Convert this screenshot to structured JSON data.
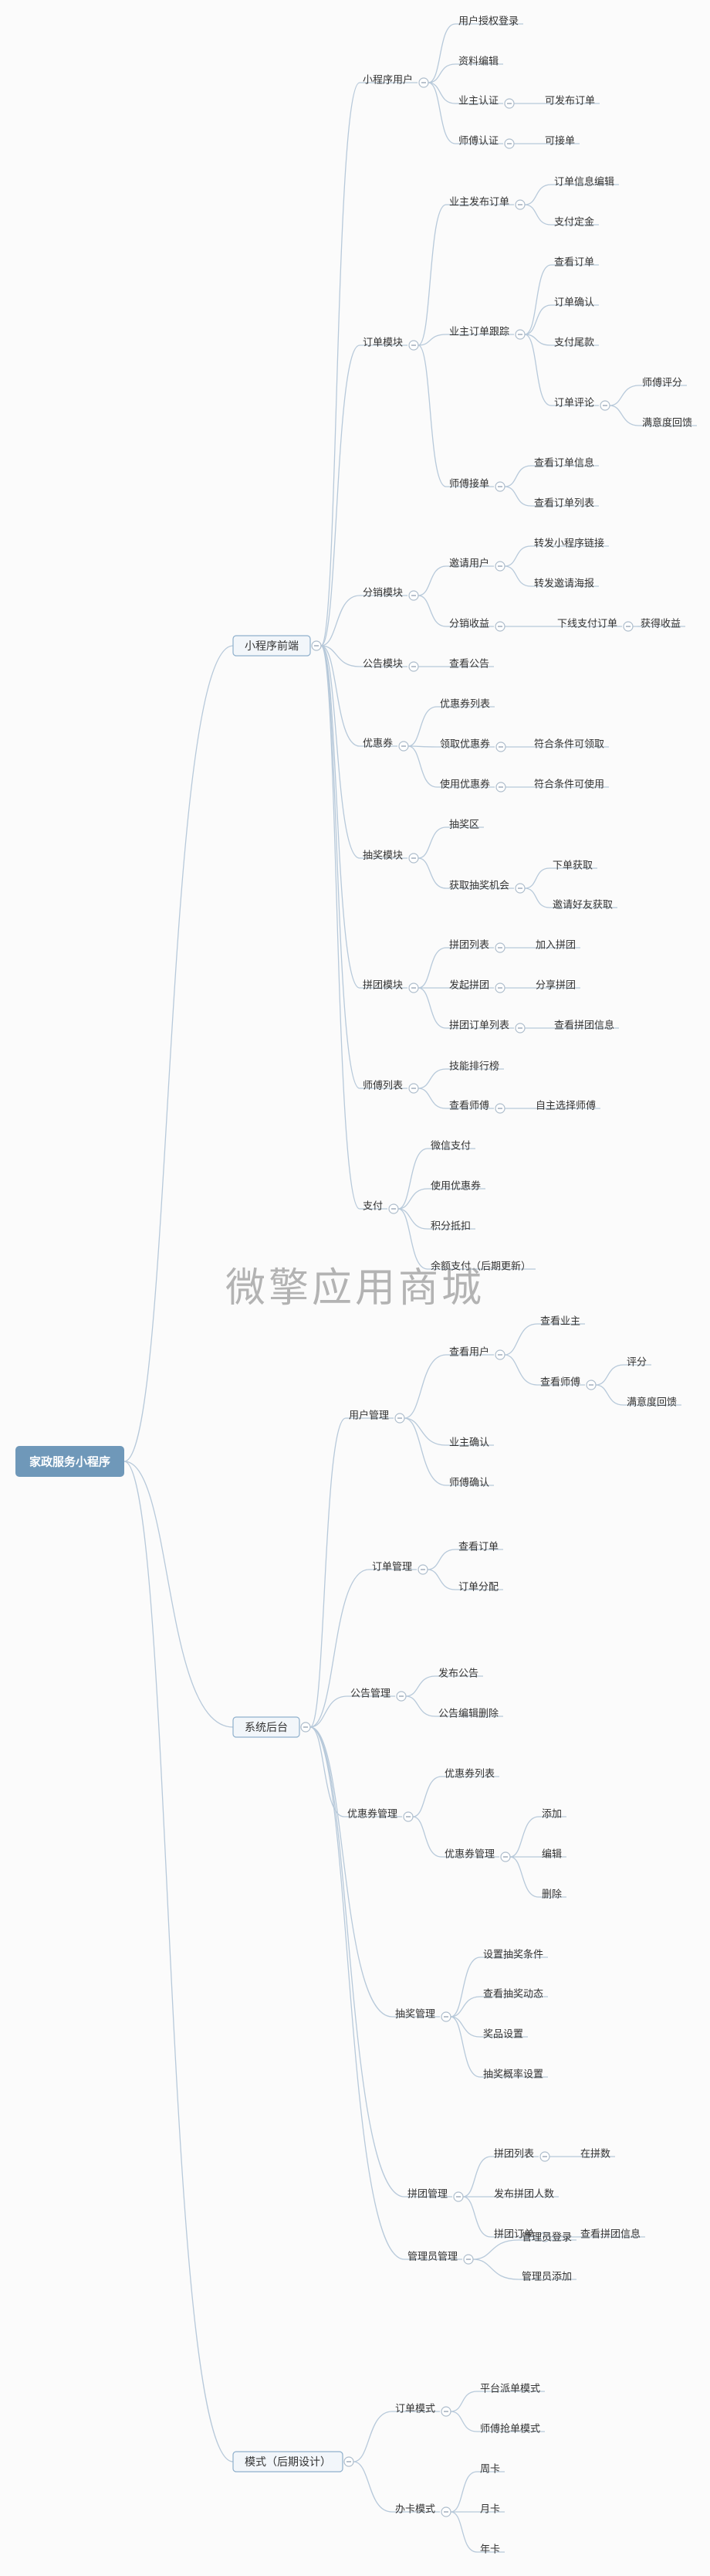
{
  "root": "家政服务小程序",
  "branches": [
    {
      "label": "小程序前端",
      "children": [
        {
          "label": "小程序用户",
          "children": [
            {
              "label": "用户授权登录"
            },
            {
              "label": "资料编辑"
            },
            {
              "label": "业主认证",
              "children": [
                {
                  "label": "可发布订单"
                }
              ]
            },
            {
              "label": "师傅认证",
              "children": [
                {
                  "label": "可接单"
                }
              ]
            }
          ]
        },
        {
          "label": "订单模块",
          "children": [
            {
              "label": "业主发布订单",
              "children": [
                {
                  "label": "订单信息编辑"
                },
                {
                  "label": "支付定金"
                }
              ]
            },
            {
              "label": "业主订单跟踪",
              "children": [
                {
                  "label": "查看订单"
                },
                {
                  "label": "订单确认"
                },
                {
                  "label": "支付尾款"
                },
                {
                  "label": "订单评论",
                  "children": [
                    {
                      "label": "师傅评分"
                    },
                    {
                      "label": "满意度回馈"
                    }
                  ]
                }
              ]
            },
            {
              "label": "师傅接单",
              "children": [
                {
                  "label": "查看订单信息"
                },
                {
                  "label": "查看订单列表"
                }
              ]
            }
          ]
        },
        {
          "label": "分销模块",
          "children": [
            {
              "label": "邀请用户",
              "children": [
                {
                  "label": "转发小程序链接"
                },
                {
                  "label": "转发邀请海报"
                }
              ]
            },
            {
              "label": "分销收益",
              "children": [
                {
                  "label": "下线支付订单",
                  "children": [
                    {
                      "label": "获得收益"
                    }
                  ]
                }
              ]
            }
          ]
        },
        {
          "label": "公告模块",
          "children": [
            {
              "label": "查看公告"
            }
          ]
        },
        {
          "label": "优惠券",
          "children": [
            {
              "label": "优惠券列表"
            },
            {
              "label": "领取优惠券",
              "children": [
                {
                  "label": "符合条件可领取"
                }
              ]
            },
            {
              "label": "使用优惠券",
              "children": [
                {
                  "label": "符合条件可使用"
                }
              ]
            }
          ]
        },
        {
          "label": "抽奖模块",
          "children": [
            {
              "label": "抽奖区"
            },
            {
              "label": "获取抽奖机会",
              "children": [
                {
                  "label": "下单获取"
                },
                {
                  "label": "邀请好友获取"
                }
              ]
            }
          ]
        },
        {
          "label": "拼团模块",
          "children": [
            {
              "label": "拼团列表",
              "children": [
                {
                  "label": "加入拼团"
                }
              ]
            },
            {
              "label": "发起拼团",
              "children": [
                {
                  "label": "分享拼团"
                }
              ]
            },
            {
              "label": "拼团订单列表",
              "children": [
                {
                  "label": "查看拼团信息"
                }
              ]
            }
          ]
        },
        {
          "label": "师傅列表",
          "children": [
            {
              "label": "技能排行榜"
            },
            {
              "label": "查看师傅",
              "children": [
                {
                  "label": "自主选择师傅"
                }
              ]
            }
          ]
        },
        {
          "label": "支付",
          "children": [
            {
              "label": "微信支付"
            },
            {
              "label": "使用优惠券"
            },
            {
              "label": "积分抵扣"
            },
            {
              "label": "余额支付（后期更新）"
            }
          ]
        }
      ]
    },
    {
      "label": "系统后台",
      "children": [
        {
          "label": "用户管理",
          "children": [
            {
              "label": "查看用户",
              "children": [
                {
                  "label": "查看业主"
                },
                {
                  "label": "查看师傅",
                  "children": [
                    {
                      "label": "评分"
                    },
                    {
                      "label": "满意度回馈"
                    }
                  ]
                }
              ]
            },
            {
              "label": "业主确认"
            },
            {
              "label": "师傅确认"
            }
          ]
        },
        {
          "label": "订单管理",
          "children": [
            {
              "label": "查看订单"
            },
            {
              "label": "订单分配"
            }
          ]
        },
        {
          "label": "公告管理",
          "children": [
            {
              "label": "发布公告"
            },
            {
              "label": "公告编辑删除"
            }
          ]
        },
        {
          "label": "优惠券管理",
          "children": [
            {
              "label": "优惠券列表"
            },
            {
              "label": "优惠券管理",
              "children": [
                {
                  "label": "添加"
                },
                {
                  "label": "编辑"
                },
                {
                  "label": "删除"
                }
              ]
            }
          ]
        },
        {
          "label": "抽奖管理",
          "children": [
            {
              "label": "设置抽奖条件"
            },
            {
              "label": "查看抽奖动态"
            },
            {
              "label": "奖品设置"
            },
            {
              "label": "抽奖概率设置"
            }
          ]
        },
        {
          "label": "拼团管理",
          "children": [
            {
              "label": "拼团列表",
              "children": [
                {
                  "label": "在拼数"
                }
              ]
            },
            {
              "label": "发布拼团人数"
            },
            {
              "label": "拼团订单",
              "children": [
                {
                  "label": "查看拼团信息"
                }
              ]
            }
          ]
        },
        {
          "label": "管理员管理",
          "children": [
            {
              "label": "管理员登录"
            },
            {
              "label": "管理员添加"
            }
          ]
        }
      ]
    },
    {
      "label": "模式（后期设计）",
      "children": [
        {
          "label": "订单模式",
          "children": [
            {
              "label": "平台派单模式"
            },
            {
              "label": "师傅抢单模式"
            }
          ]
        },
        {
          "label": "办卡模式",
          "children": [
            {
              "label": "周卡"
            },
            {
              "label": "月卡"
            },
            {
              "label": "年卡"
            }
          ]
        }
      ]
    }
  ],
  "watermark": "微擎应用商城",
  "colors": {
    "root_fill": "#6f98b9",
    "line": "#b7c9da",
    "branch_border": "#8fb0cc",
    "text": "#333333"
  }
}
